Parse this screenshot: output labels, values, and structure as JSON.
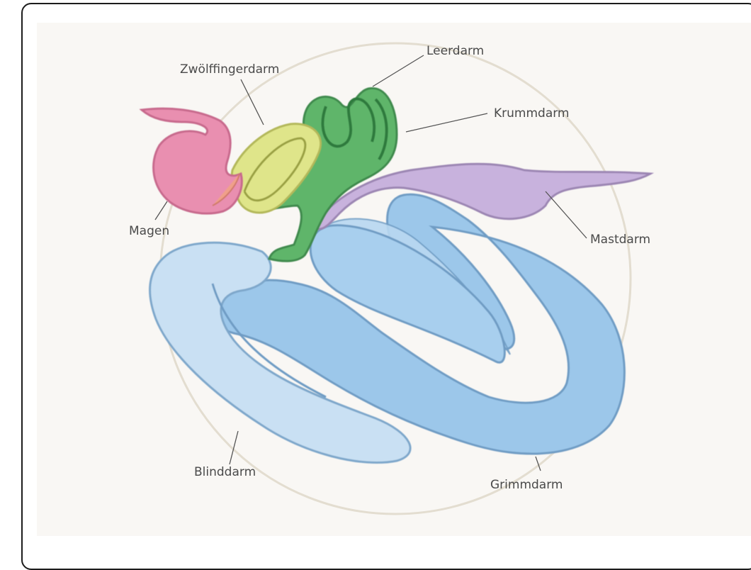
{
  "labels": {
    "leerdarm": "Leerdarm",
    "zwoelffingerdarm": "Zwölffingerdarm",
    "krummdarm": "Krummdarm",
    "magen": "Magen",
    "mastdarm": "Mastdarm",
    "blinddarm": "Blinddarm",
    "grimmdarm": "Grimmdarm"
  },
  "colors": {
    "magen": "#e98fb0",
    "zwoelffingerdarm": "#dfe58a",
    "leerdarm": "#5fb56a",
    "krummdarm": "#3f9a55",
    "mastdarm": "#c8b2dd",
    "grimmdarm": "#9cc7ea",
    "blinddarm": "#c9e0f3",
    "circle": "#e3ddd0",
    "leader": "#555555"
  }
}
